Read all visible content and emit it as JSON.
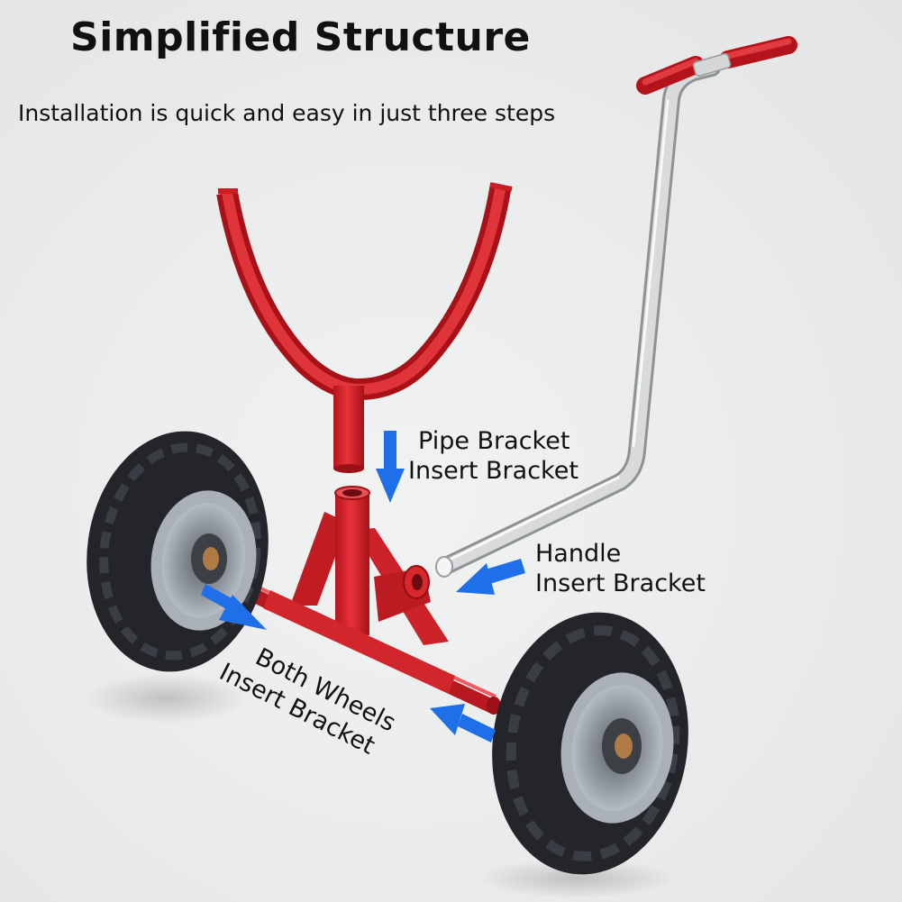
{
  "header": {
    "title": "Simplified Structure",
    "subtitle": "Installation is quick and easy in just three steps"
  },
  "callouts": {
    "pipe": {
      "line1": "Pipe Bracket",
      "line2": "Insert Bracket"
    },
    "handle": {
      "line1": "Handle",
      "line2": "Insert Bracket"
    },
    "wheels": {
      "line1": "Both Wheels",
      "line2": "Insert Bracket"
    }
  },
  "colors": {
    "frame_red": "#d8232a",
    "handle_silver": "#c9cbcd",
    "tire": "#2b2d30",
    "arrow_blue": "#1f6fe8"
  }
}
